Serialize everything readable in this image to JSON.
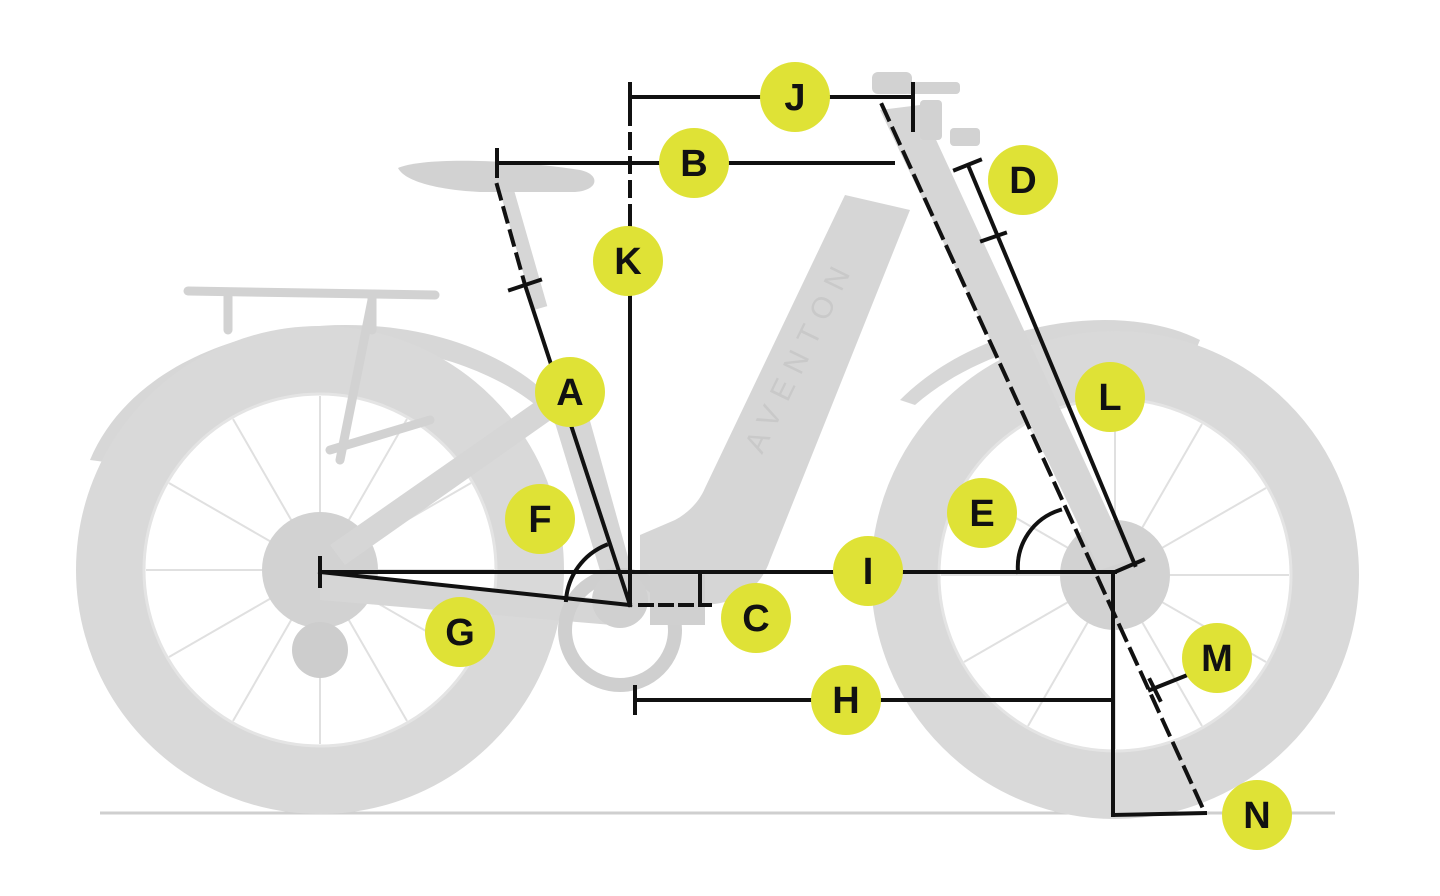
{
  "diagram": {
    "brand": "AVENTON",
    "colors": {
      "label_fill": "#dfe236",
      "label_text": "#111111",
      "bike": "#d7d7d7",
      "bike_light": "#e6e6e6",
      "bike_dark": "#c4c4c4",
      "lines": "#111111",
      "ground": "#cfcfcf"
    },
    "labels": {
      "A": "A",
      "B": "B",
      "C": "C",
      "D": "D",
      "E": "E",
      "F": "F",
      "G": "G",
      "H": "H",
      "I": "I",
      "J": "J",
      "K": "K",
      "L": "L",
      "M": "M",
      "N": "N"
    }
  }
}
